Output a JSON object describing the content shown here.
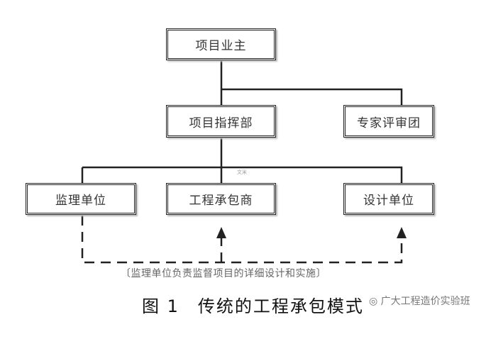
{
  "nodes": {
    "owner": "项目业主",
    "command": "项目指挥部",
    "experts": "专家评审团",
    "supervisor": "监理单位",
    "contractor": "工程承包商",
    "designer": "设计单位"
  },
  "note": "〔监理单位负责监督项目的详细设计和实施〕",
  "title": "图 1　传统的工程承包模式",
  "watermark": "广大工程造价实验班",
  "small_mark": "文米"
}
